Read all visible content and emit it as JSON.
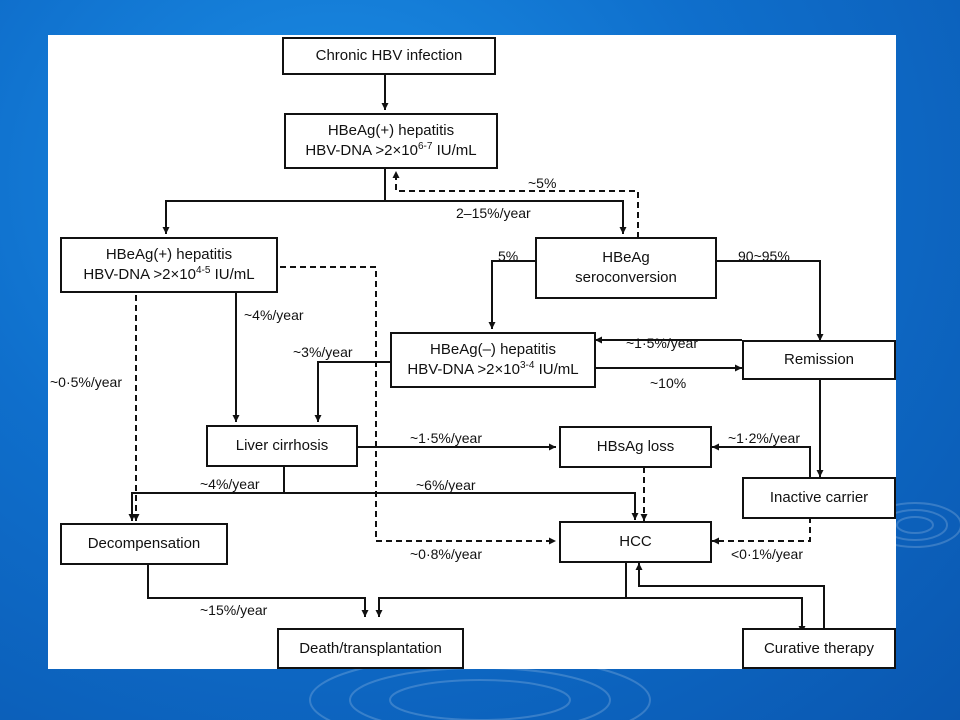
{
  "nodes": {
    "chronic": "Chronic HBV infection",
    "hbeag_pos_high": {
      "line1": "HBeAg(+) hepatitis",
      "dna_prefix": "HBV-DNA >2×10",
      "exp": "6-7",
      "unit": " IU/mL"
    },
    "hbeag_pos_mid": {
      "line1": "HBeAg(+) hepatitis",
      "dna_prefix": "HBV-DNA >2×10",
      "exp": "4-5",
      "unit": " IU/mL"
    },
    "seroconversion": {
      "line1": "HBeAg",
      "line2": "seroconversion"
    },
    "hbeag_neg": {
      "line1": "HBeAg(–) hepatitis",
      "dna_prefix": "HBV-DNA >2×10",
      "exp": "3-4",
      "unit": " IU/mL"
    },
    "remission": "Remission",
    "cirrhosis": "Liver cirrhosis",
    "hbsag_loss": "HBsAg loss",
    "inactive_carrier": "Inactive carrier",
    "decompensation": "Decompensation",
    "hcc": "HCC",
    "death": "Death/transplantation",
    "curative": "Curative therapy"
  },
  "labels": {
    "l_5pct_back": "~5%",
    "l_2_15": "2–15%/year",
    "l_5pct": "5%",
    "l_90_95": "90~95%",
    "l_4pct_year": "~4%/year",
    "l_3pct_year": "~3%/year",
    "l_05pct_year": "~0·5%/year",
    "l_15_rem": "~1·5%/year",
    "l_10pct": "~10%",
    "l_15_cirr": "~1·5%/year",
    "l_12": "~1·2%/year",
    "l_4pct_decomp": "~4%/year",
    "l_6pct": "~6%/year",
    "l_08": "~0·8%/year",
    "l_01": "<0·1%/year",
    "l_15pct_death": "~15%/year"
  }
}
